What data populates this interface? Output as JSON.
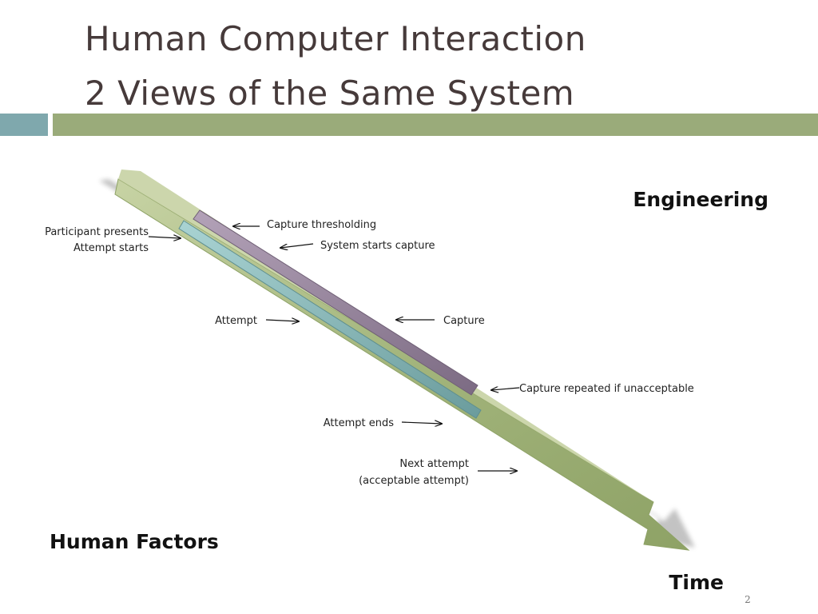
{
  "slide": {
    "title_line1": "Human Computer Interaction",
    "title_line2": "2 Views of the Same System",
    "page_number": "2"
  },
  "colors": {
    "title": "#463a3a",
    "bar_left": "#7fa8ad",
    "bar_right": "#9aab7a",
    "arrow_main": "#9fb07a",
    "capture_bar": "#8d7c93",
    "attempt_bar": "#7fb0b0"
  },
  "diagram": {
    "engineering_label": "Engineering",
    "human_factors_label": "Human Factors",
    "time_label": "Time",
    "labels": {
      "capture_thresholding": "Capture thresholding",
      "participant_presents": "Participant presents",
      "system_starts_capture": "System starts capture",
      "attempt_starts": "Attempt starts",
      "attempt": "Attempt",
      "capture": "Capture",
      "capture_repeated": "Capture repeated if unacceptable",
      "attempt_ends": "Attempt ends",
      "next_attempt_line1": "Next attempt",
      "next_attempt_line2": "(acceptable attempt)"
    }
  }
}
